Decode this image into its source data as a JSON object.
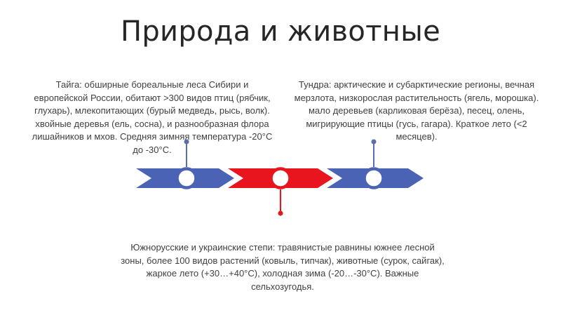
{
  "title": "Природа и животные",
  "colors": {
    "blue": "#4a63b5",
    "red": "#e8141e",
    "line_blue": "#5a6ea8",
    "white": "#ffffff"
  },
  "blocks": {
    "taiga": "Тайга: обширные бореальные леса Сибири и европейской России, обитают >300 видов птиц (рябчик, глухарь), млекопитающих (бурый медведь, рысь, волк). хвойные деревья (ель, сосна), и разнообразная флора лишайников и мхов. Средняя зимняя температура -20°C до -30°C.",
    "tundra": "Тундра: арктические и субарктические регионы, вечная мерзлота, низкорослая растительность (ягель, морошка). мало деревьев (карликовая берёза), песец, олень, мигрирующие птицы (гусь, гагара). Краткое лето (<2 месяцев).",
    "steppe": "Южнорусские и украинские степи: травянистые равнины южнее лесной зоны, более 100 видов растений (ковыль, типчак), животные (сурок, сайгак), жаркое лето (+30…+40°C), холодная зима (-20…-30°C). Важные сельхозугодья."
  }
}
